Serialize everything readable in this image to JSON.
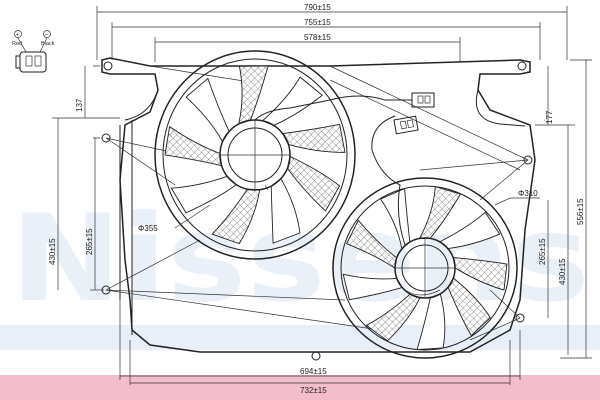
{
  "drawing": {
    "watermark": "Nissens",
    "dimensions": {
      "top_width": "790±15",
      "upper_width": "755±15",
      "inner_width": "578±15",
      "bottom_inner_width": "694±15",
      "bottom_width": "732±15",
      "left_offset": "137",
      "left_height": "430±15",
      "left_fan_height": "265±15",
      "right_offset": "177",
      "right_fan_height": "265±15",
      "right_height": "430±15",
      "overall_height": "556±15",
      "left_fan_diameter": "Φ355",
      "right_fan_diameter": "Φ310"
    },
    "connector": {
      "plus_label": "+",
      "minus_label": "−",
      "plus_note": "Red",
      "minus_note": "Black"
    }
  },
  "colors": {
    "line": "#222222",
    "watermark": "#8fb0dd",
    "band": "#f3b6c7"
  }
}
